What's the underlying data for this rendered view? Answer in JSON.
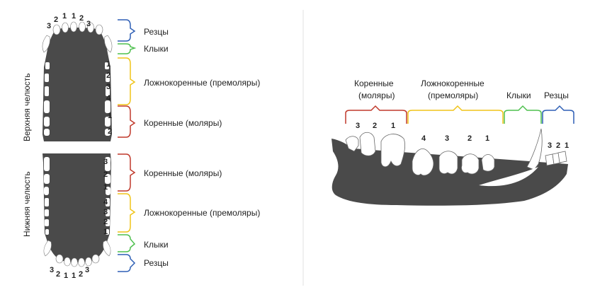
{
  "left": {
    "upper_jaw_label": "Верхняя челюсть",
    "lower_jaw_label": "Нижняя челюсть",
    "upper_top_numbers": [
      "3",
      "2",
      "1",
      "1",
      "2",
      "3"
    ],
    "lower_bottom_numbers": [
      "3",
      "2",
      "1",
      "1",
      "2",
      "3"
    ],
    "upper_side_numbers": [
      "1",
      "2",
      "3",
      "4",
      "1",
      "2"
    ],
    "lower_side_numbers": [
      "3",
      "2",
      "1",
      "4",
      "3",
      "2",
      "1"
    ],
    "upper_labels": {
      "incisors": "Резцы",
      "canines": "Клыки",
      "premolars": "Ложнокоренные (премоляры)",
      "molars": "Коренные (моляры)"
    },
    "lower_labels": {
      "molars": "Коренные (моляры)",
      "premolars": "Ложнокоренные (премоляры)",
      "canines": "Клыки",
      "incisors": "Резцы"
    }
  },
  "right": {
    "molars_label_1": "Коренные",
    "molars_label_2": "(моляры)",
    "premolars_label_1": "Ложнокоренные",
    "premolars_label_2": "(премоляры)",
    "canines_label": "Клыки",
    "incisors_label": "Резцы",
    "molar_numbers": [
      "3",
      "2",
      "1"
    ],
    "premolar_numbers": [
      "4",
      "3",
      "2",
      "1"
    ],
    "incisor_numbers": [
      "3",
      "2",
      "1"
    ]
  },
  "colors": {
    "incisors": "#2e5fb5",
    "canines": "#4fc04f",
    "premolars": "#f0c419",
    "molars": "#c0392b",
    "jaw": "#4a4a4a"
  }
}
